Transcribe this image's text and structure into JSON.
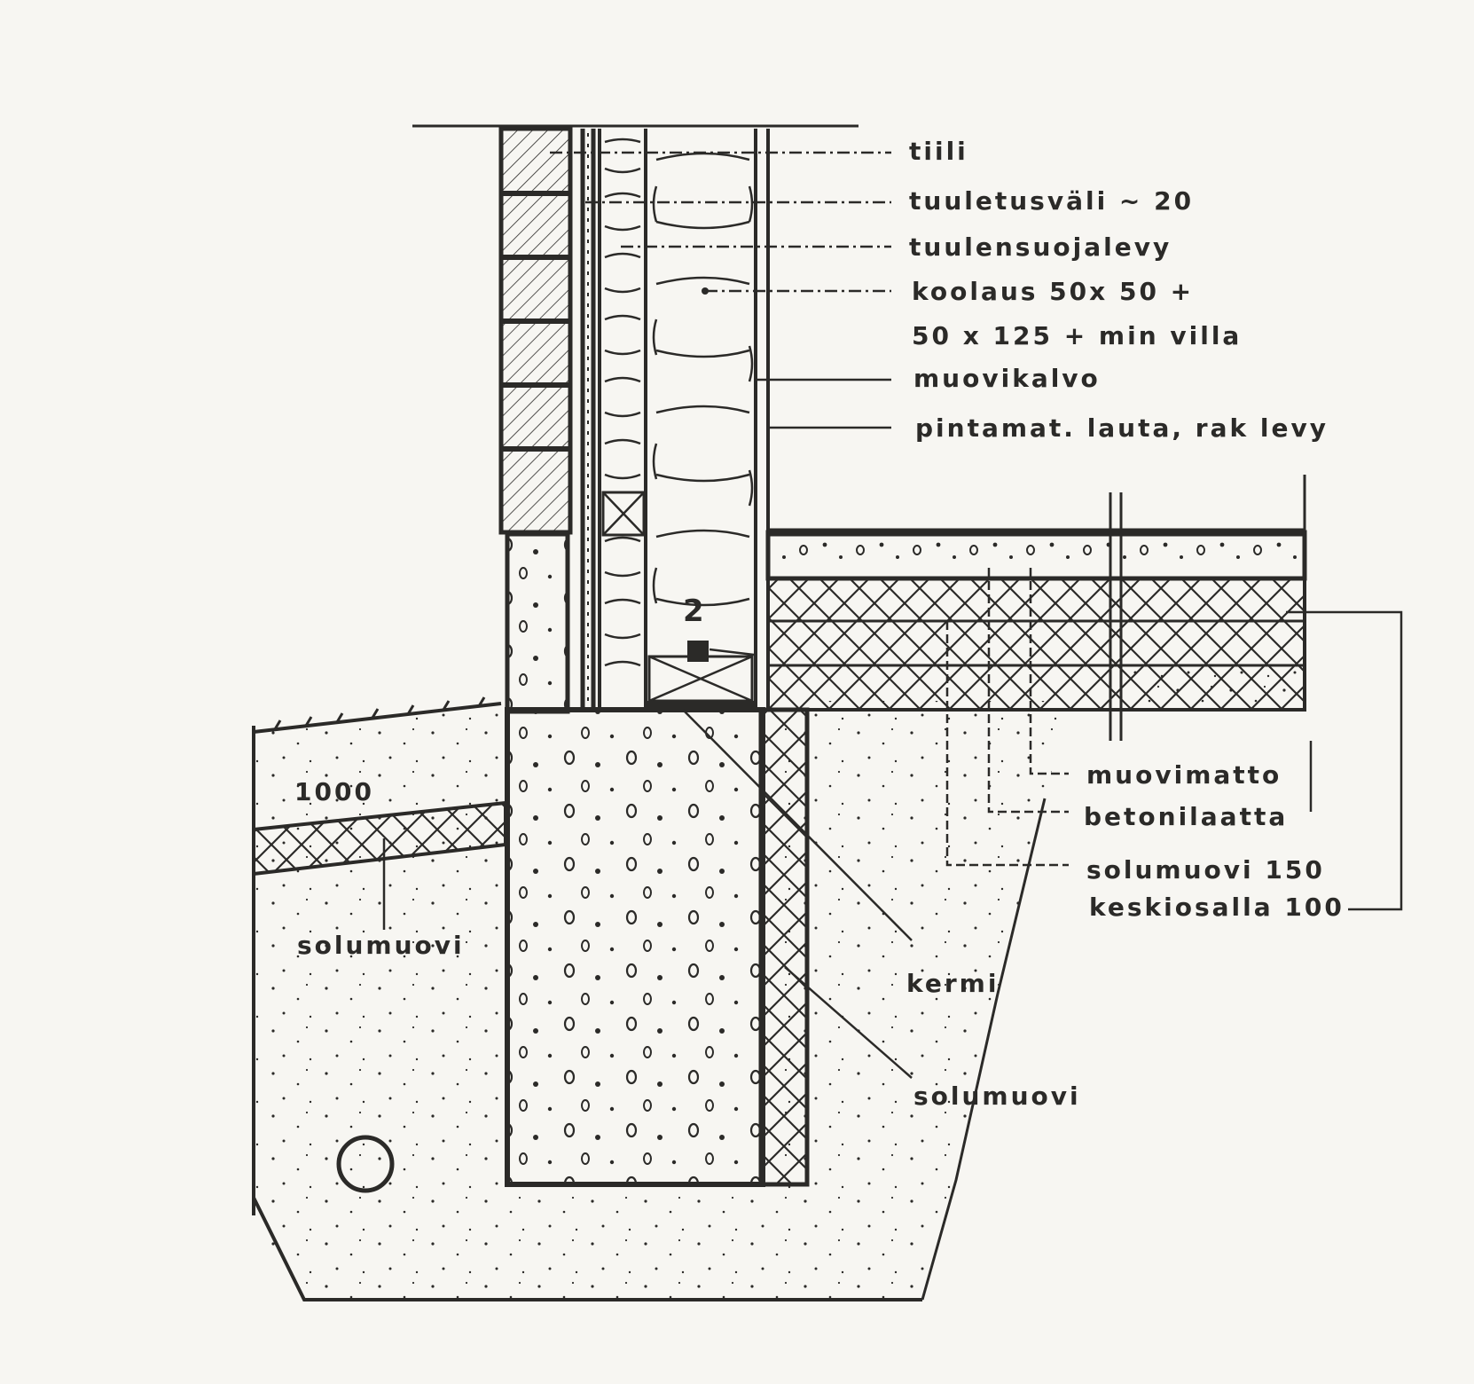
{
  "labels": {
    "tiili": "tiili",
    "tuuletusvali": "tuuletusväli ~ 20",
    "tuulensuojalevy": "tuulensuojalevy",
    "koolaus_1": "koolaus 50x 50 +",
    "koolaus_2": "50 x 125 + min villa",
    "muovikalvo": "muovikalvo",
    "pintamat": "pintamat. lauta, rak levy",
    "marker_2": "2",
    "muovimatto": "muovimatto",
    "betonilaatta": "betonilaatta",
    "solumuovi_150": "solumuovi  150",
    "keskiosalla": "keskiosalla 100",
    "dim_1000": "1000",
    "solumuovi_left": "solumuovi",
    "kermi": "kermi",
    "solumuovi_right": "solumuovi"
  },
  "colors": {
    "ink": "#2b2a28",
    "paper": "#f7f6f2"
  }
}
